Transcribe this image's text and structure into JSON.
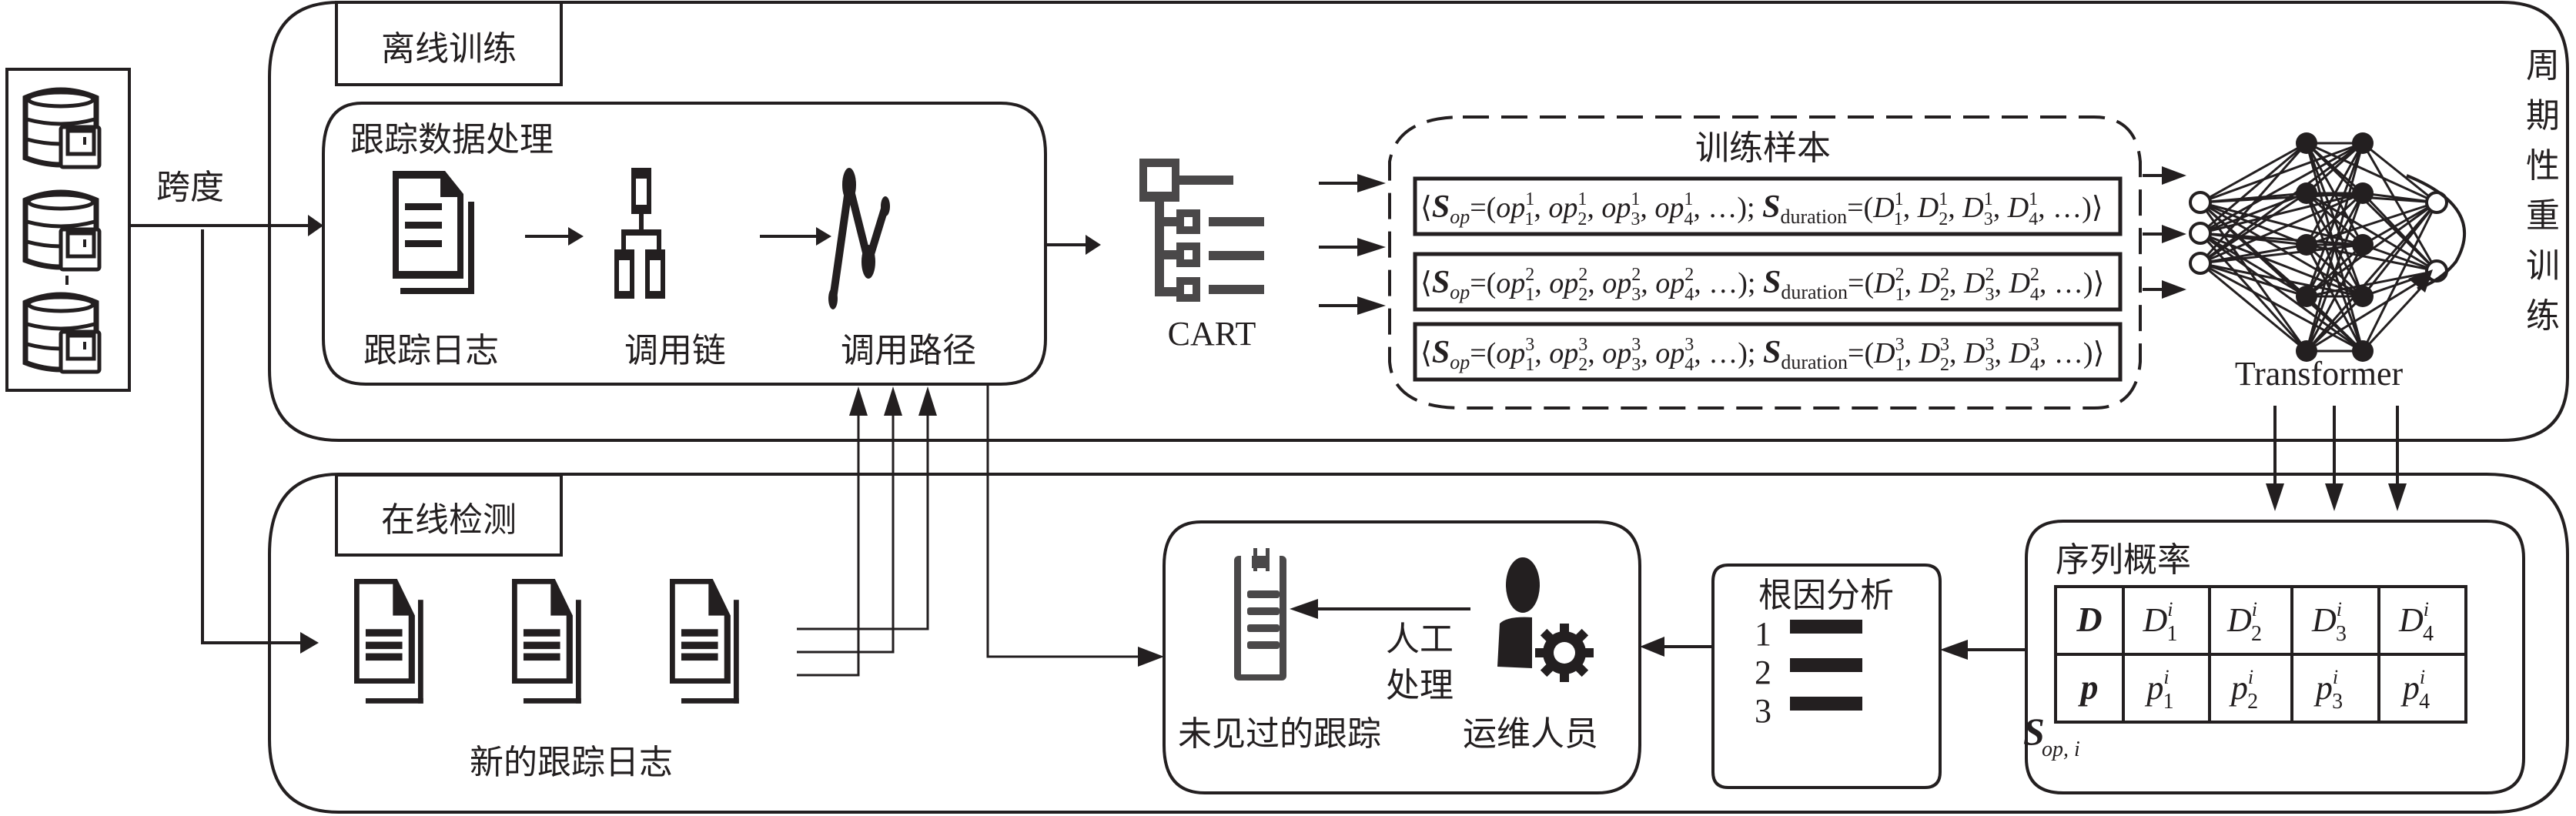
{
  "source": {
    "span_label": "跨度",
    "database_count": 3
  },
  "offline": {
    "title": "离线训练",
    "trace_processing": {
      "title": "跟踪数据处理",
      "steps": [
        {
          "label": "跟踪日志",
          "icon": "document-icon"
        },
        {
          "label": "调用链",
          "icon": "hierarchy-icon"
        },
        {
          "label": "调用路径",
          "icon": "path-icon"
        }
      ]
    },
    "cart_label": "CART",
    "samples": {
      "title": "训练样本",
      "rows": [
        {
          "sup": "1"
        },
        {
          "sup": "2"
        },
        {
          "sup": "3"
        }
      ],
      "s_label": "S",
      "op_sub": "op",
      "duration_sub": "duration",
      "op_var": "op",
      "d_var": "D",
      "indices": [
        "1",
        "2",
        "3",
        "4"
      ],
      "ellipsis": "…"
    },
    "transformer_label": "Transformer",
    "retrain_label": [
      "周",
      "期",
      "性",
      "重",
      "训",
      "练"
    ]
  },
  "online": {
    "title": "在线检测",
    "new_traces_label": "新的跟踪日志",
    "unseen": {
      "trace_label": "未见过的跟踪",
      "ops_label": "运维人员",
      "manual_label": [
        "人工",
        "处理"
      ]
    },
    "rca": {
      "title": "根因分析",
      "ranks": [
        "1",
        "2",
        "3"
      ]
    },
    "seq_prob": {
      "title": "序列概率",
      "row_headers": [
        "D",
        "p"
      ],
      "cols": [
        "1",
        "2",
        "3",
        "4"
      ],
      "sup": "i",
      "footer_main": "S",
      "footer_sub": "op, i"
    }
  }
}
